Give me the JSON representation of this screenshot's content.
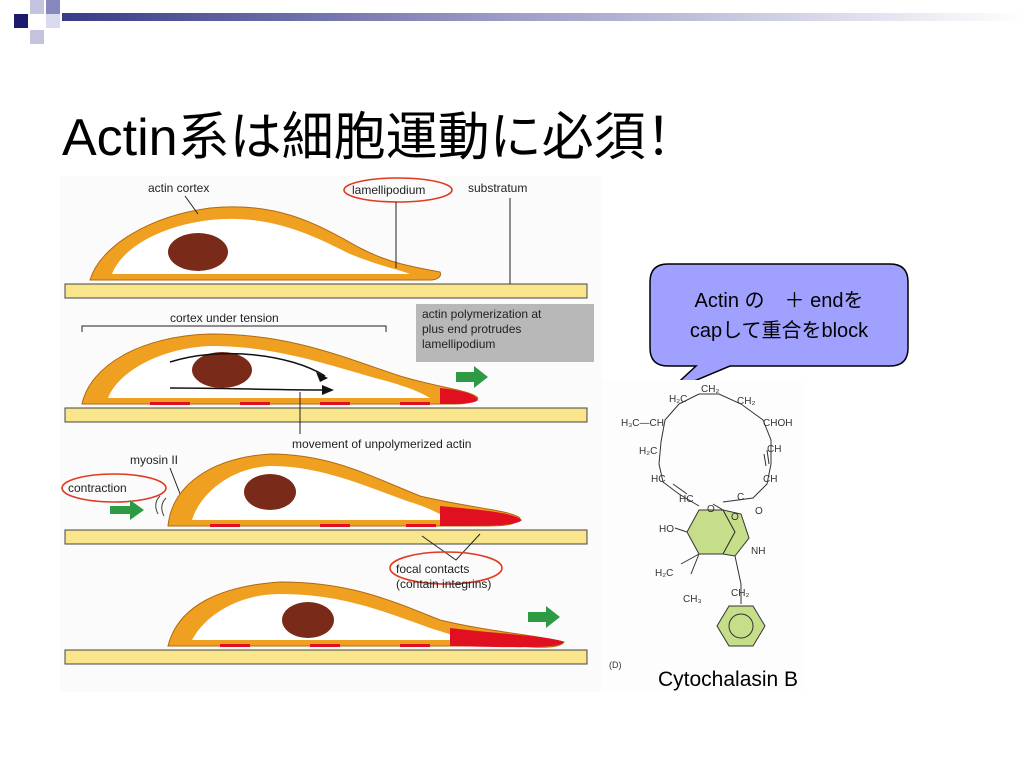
{
  "slide": {
    "title": "Actin系は細胞運動に必須！",
    "callout": {
      "line1": "Actin の　＋ endを",
      "line2": "capして重合をblock"
    },
    "caption": "Cytochalasin B"
  },
  "figure": {
    "labels": {
      "actin_cortex": "actin cortex",
      "lamellipodium": "lamellipodium",
      "substratum": "substratum",
      "cortex_tension": "cortex under tension",
      "poly_line1": "actin polymerization at",
      "poly_line2": "plus end protrudes",
      "poly_line3": "lamellipodium",
      "movement": "movement of unpolymerized actin",
      "myosin": "myosin II",
      "contraction": "contraction",
      "focal_line1": "focal contacts",
      "focal_line2": "(contain integrins)"
    }
  },
  "chem": {
    "panel_label": "(D)",
    "atoms": {
      "h2c_top": "H₂C",
      "ch2_top": "CH₂",
      "ch2_right": "CH₂",
      "h3c_ch": "H₃C—CH",
      "choh": "CHOH",
      "h2c_left": "H₂C",
      "ch_right1": "CH",
      "hc": "HC",
      "ch_right2": "CH",
      "hc2": "HC",
      "o_ring": "O",
      "c_ester": "C",
      "o_ester": "O",
      "o_lactam": "O",
      "ho": "HO",
      "nh": "NH",
      "h2c_exo": "H₂C",
      "ch3": "CH₃",
      "ch2_benzyl": "CH₂"
    },
    "colors": {
      "ring_fill": "#c6dd8a",
      "benzene_fill": "#c6dd8a"
    }
  },
  "colors": {
    "cell_orange": "#f0a020",
    "nucleus": "#7a2a18",
    "substrate": "#f8e58c",
    "callout_fill": "#a0a0ff",
    "highlight_red": "#e03a20",
    "arrow_green": "#2e9a44",
    "focal_red": "#e01020"
  }
}
